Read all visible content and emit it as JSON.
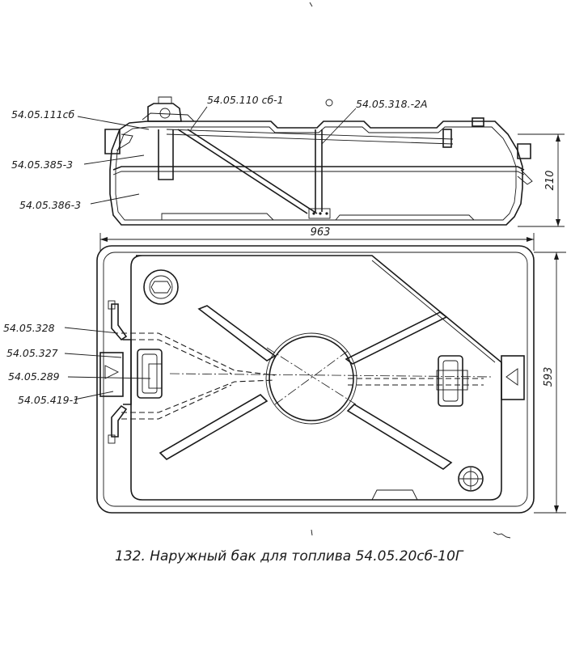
{
  "labels": {
    "l1": "54.05.111сб",
    "l2": "54.05.385-3",
    "l3": "54.05.386-3",
    "l4": "54.05.110 сб-1",
    "l5": "54.05.318.-2А",
    "l6": "54.05.328",
    "l7": "54.05.327",
    "l8": "54.05.289",
    "l9": "54.05.419-1"
  },
  "dimensions": {
    "height_side": "210",
    "length": "963",
    "width": "593"
  },
  "caption": "132. Наружный бак для топлива 54.05.20сб-10Г"
}
